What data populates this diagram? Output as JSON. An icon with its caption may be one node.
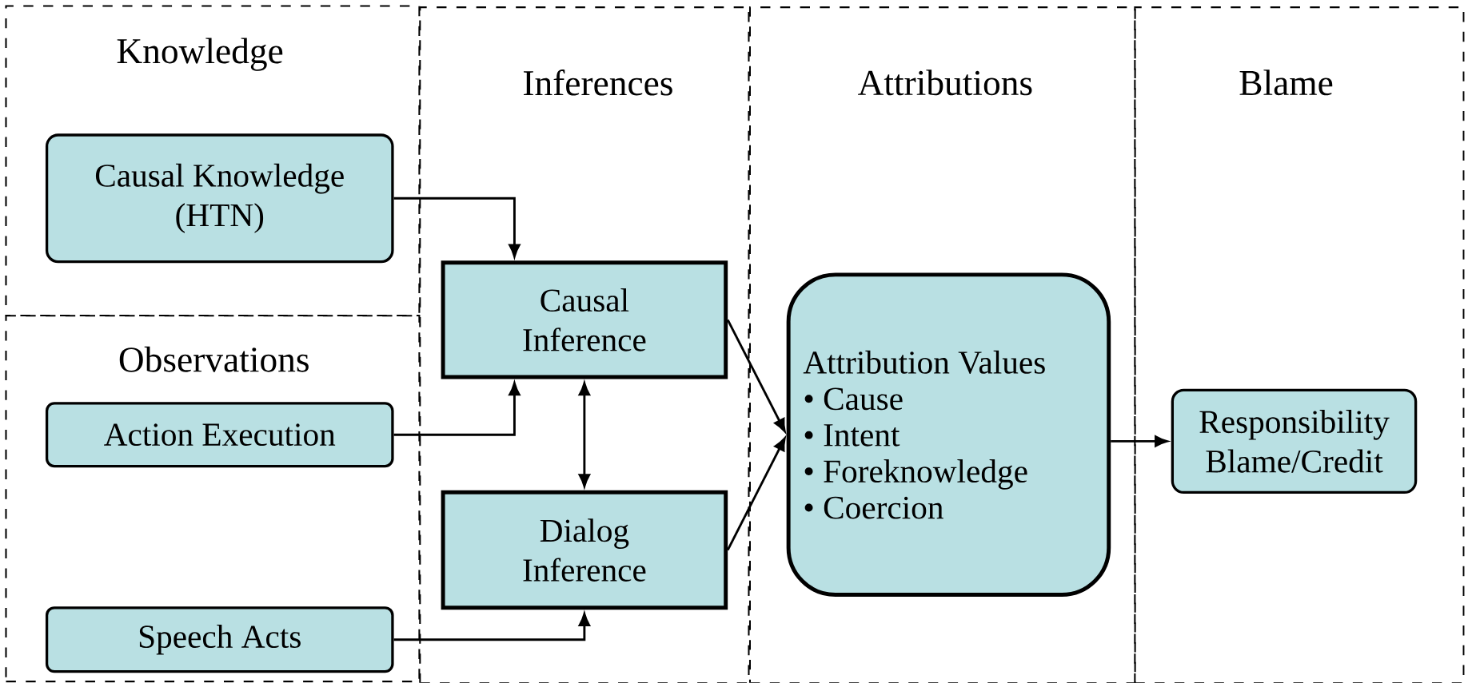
{
  "diagram": {
    "nodes": [
      {
        "text": [
          "Knowledge"
        ]
      },
      {
        "text": [
          "Causal Knowledge (HTN)"
        ],
        "in": 0
      },
      {
        "text": [
          "Observations"
        ]
      },
      {
        "text": [
          "Action Execution"
        ],
        "in": 2
      },
      {
        "text": [
          "Speech Acts"
        ],
        "in": 2
      },
      {
        "text": [
          "Inferences"
        ]
      },
      {
        "text": [
          "Causal Inference"
        ],
        "in": 5
      },
      {
        "text": [
          "Dialog Inference"
        ],
        "in": 5
      },
      {
        "text": [
          "Attributions"
        ]
      },
      {
        "text": [
          "Attribution Values",
          "• Cause",
          "• Intent",
          "• Foreknowledge",
          "• Coercion"
        ],
        "in": 8
      },
      {
        "text": [
          "Blame"
        ]
      },
      {
        "text": [
          "Responsibility Blame/Credit"
        ],
        "in": 10
      }
    ],
    "edges": [
      {
        "from": 1,
        "to": 6,
        "arrow": "to"
      },
      {
        "from": 3,
        "to": 6,
        "arrow": "to"
      },
      {
        "from": 6,
        "to": 7,
        "arrow": "both"
      },
      {
        "from": 4,
        "to": 7,
        "arrow": "to"
      },
      {
        "from": 6,
        "to": 9,
        "arrow": "to"
      },
      {
        "from": 7,
        "to": 9,
        "arrow": "to"
      },
      {
        "from": 9,
        "to": 11,
        "arrow": "to"
      }
    ]
  }
}
